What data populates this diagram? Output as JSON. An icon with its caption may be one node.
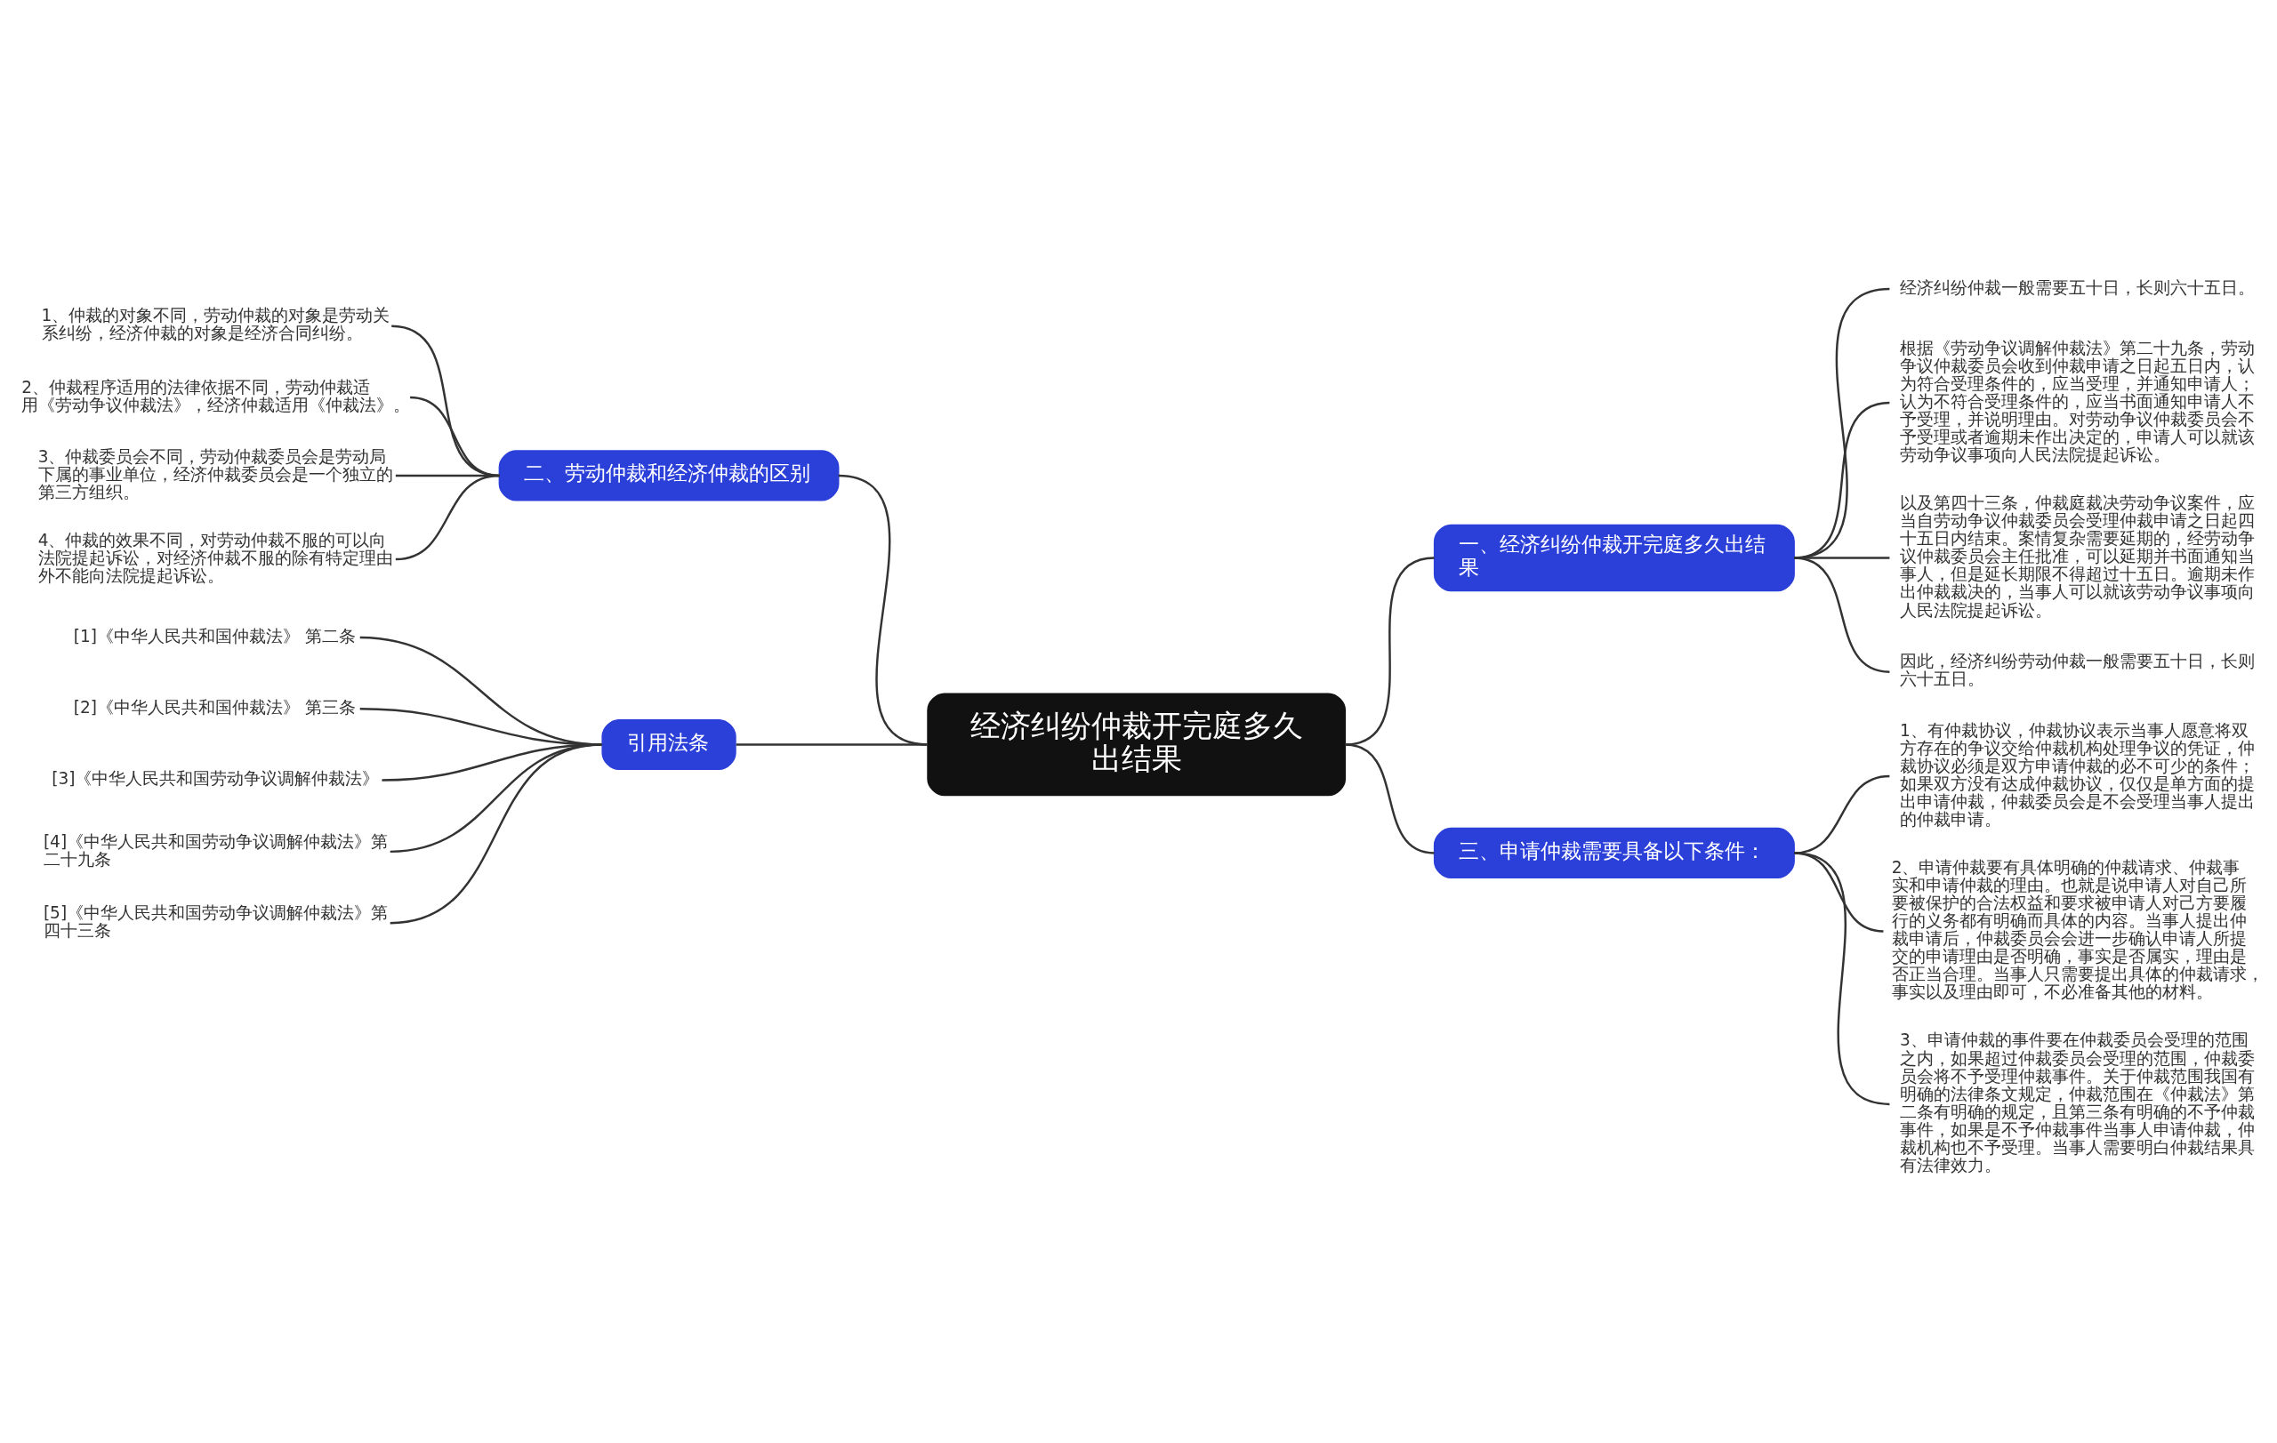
{
  "diagram": {
    "nodes": [
      {
        "text": [
          "经济纠纷仲裁开完庭多久出结果"
        ]
      },
      {
        "text": [
          "一、经济纠纷仲裁开完庭多久出结果"
        ]
      },
      {
        "text": [
          "经济纠纷仲裁一般需要五十日，长则六十五日。"
        ]
      },
      {
        "text": [
          "根据《劳动争议调解仲裁法》第二十九条，劳动争议仲裁委员会收到仲裁申请之日起五日内，认为符合受理条件的，应当受理，并通知申请人；认为不符合受理条件的，应当书面通知申请人不予受理，并说明理由。对劳动争议仲裁委员会不予受理或者逾期未作出决定的，申请人可以就该劳动争议事项向人民法院提起诉讼。"
        ]
      },
      {
        "text": [
          "以及第四十三条，仲裁庭裁决劳动争议案件，应当自劳动争议仲裁委员会受理仲裁申请之日起四十五日内结束。案情复杂需要延期的，经劳动争议仲裁委员会主任批准，可以延期并书面通知当事人，但是延长期限不得超过十五日。逾期未作出仲裁裁决的，当事人可以就该劳动争议事项向人民法院提起诉讼。"
        ]
      },
      {
        "text": [
          "因此，经济纠纷劳动仲裁一般需要五十日，长则六十五日。"
        ]
      },
      {
        "text": [
          "二、劳动仲裁和经济仲裁的区别"
        ]
      },
      {
        "text": [
          "1、仲裁的对象不同，劳动仲裁的对象是劳动关系纠纷，经济仲裁的对象是经济合同纠纷。"
        ]
      },
      {
        "text": [
          "2、仲裁程序适用的法律依据不同，劳动仲裁适用《劳动争议仲裁法》，经济仲裁适用《仲裁法》。"
        ]
      },
      {
        "text": [
          "3、仲裁委员会不同，劳动仲裁委员会是劳动局下属的事业单位，经济仲裁委员会是一个独立的第三方组织。"
        ]
      },
      {
        "text": [
          "4、仲裁的效果不同，对劳动仲裁不服的可以向法院提起诉讼，对经济仲裁不服的除有特定理由外不能向法院提起诉讼。"
        ]
      },
      {
        "text": [
          "三、申请仲裁需要具备以下条件："
        ]
      },
      {
        "text": [
          "1、有仲裁协议，仲裁协议表示当事人愿意将双方存在的争议交给仲裁机构处理争议的凭证，仲裁协议必须是双方申请仲裁的必不可少的条件；如果双方没有达成仲裁协议，仅仅是单方面的提出申请仲裁，仲裁委员会是不会受理当事人提出的仲裁申请。"
        ]
      },
      {
        "text": [
          "2、申请仲裁要有具体明确的仲裁请求、仲裁事实和申请仲裁的理由。也就是说申请人对自己所要被保护的合法权益和要求被申请人对己方要履行的义务都有明确而具体的内容。当事人提出仲裁申请后，仲裁委员会会进一步确认申请人所提交的申请理由是否明确，事实是否属实，理由是否正当合理。当事人只需要提出具体的仲裁请求，事实以及理由即可，不必准备其他的材料。"
        ]
      },
      {
        "text": [
          "3、申请仲裁的事件要在仲裁委员会受理的范围之内，如果超过仲裁委员会受理的范围，仲裁委员会将不予受理仲裁事件。关于仲裁范围我国有明确的法律条文规定，仲裁范围在《仲裁法》第二条有明确的规定，且第三条有明确的不予仲裁事件，如果是不予仲裁事件当事人申请仲裁，仲裁机构也不予受理。当事人需要明白仲裁结果具有法律效力。"
        ]
      },
      {
        "text": [
          "引用法条"
        ]
      },
      {
        "text": [
          "[1]《中华人民共和国仲裁法》 第二条"
        ]
      },
      {
        "text": [
          "[2]《中华人民共和国仲裁法》 第三条"
        ]
      },
      {
        "text": [
          "[3]《中华人民共和国劳动争议调解仲裁法》"
        ]
      },
      {
        "text": [
          "[4]《中华人民共和国劳动争议调解仲裁法》第二十九条"
        ]
      },
      {
        "text": [
          "[5]《中华人民共和国劳动争议调解仲裁法》第四十三条"
        ]
      }
    ],
    "edges": [
      {
        "from": 0,
        "to": 1,
        "arrow": "none"
      },
      {
        "from": 1,
        "to": 2,
        "arrow": "none"
      },
      {
        "from": 1,
        "to": 3,
        "arrow": "none"
      },
      {
        "from": 1,
        "to": 4,
        "arrow": "none"
      },
      {
        "from": 1,
        "to": 5,
        "arrow": "none"
      },
      {
        "from": 0,
        "to": 6,
        "arrow": "none"
      },
      {
        "from": 6,
        "to": 7,
        "arrow": "none"
      },
      {
        "from": 6,
        "to": 8,
        "arrow": "none"
      },
      {
        "from": 6,
        "to": 9,
        "arrow": "none"
      },
      {
        "from": 6,
        "to": 10,
        "arrow": "none"
      },
      {
        "from": 0,
        "to": 11,
        "arrow": "none"
      },
      {
        "from": 11,
        "to": 12,
        "arrow": "none"
      },
      {
        "from": 11,
        "to": 13,
        "arrow": "none"
      },
      {
        "from": 11,
        "to": 14,
        "arrow": "none"
      },
      {
        "from": 0,
        "to": 15,
        "arrow": "none"
      },
      {
        "from": 15,
        "to": 16,
        "arrow": "none"
      },
      {
        "from": 15,
        "to": 17,
        "arrow": "none"
      },
      {
        "from": 15,
        "to": 18,
        "arrow": "none"
      },
      {
        "from": 15,
        "to": 19,
        "arrow": "none"
      },
      {
        "from": 15,
        "to": 20,
        "arrow": "none"
      }
    ]
  }
}
